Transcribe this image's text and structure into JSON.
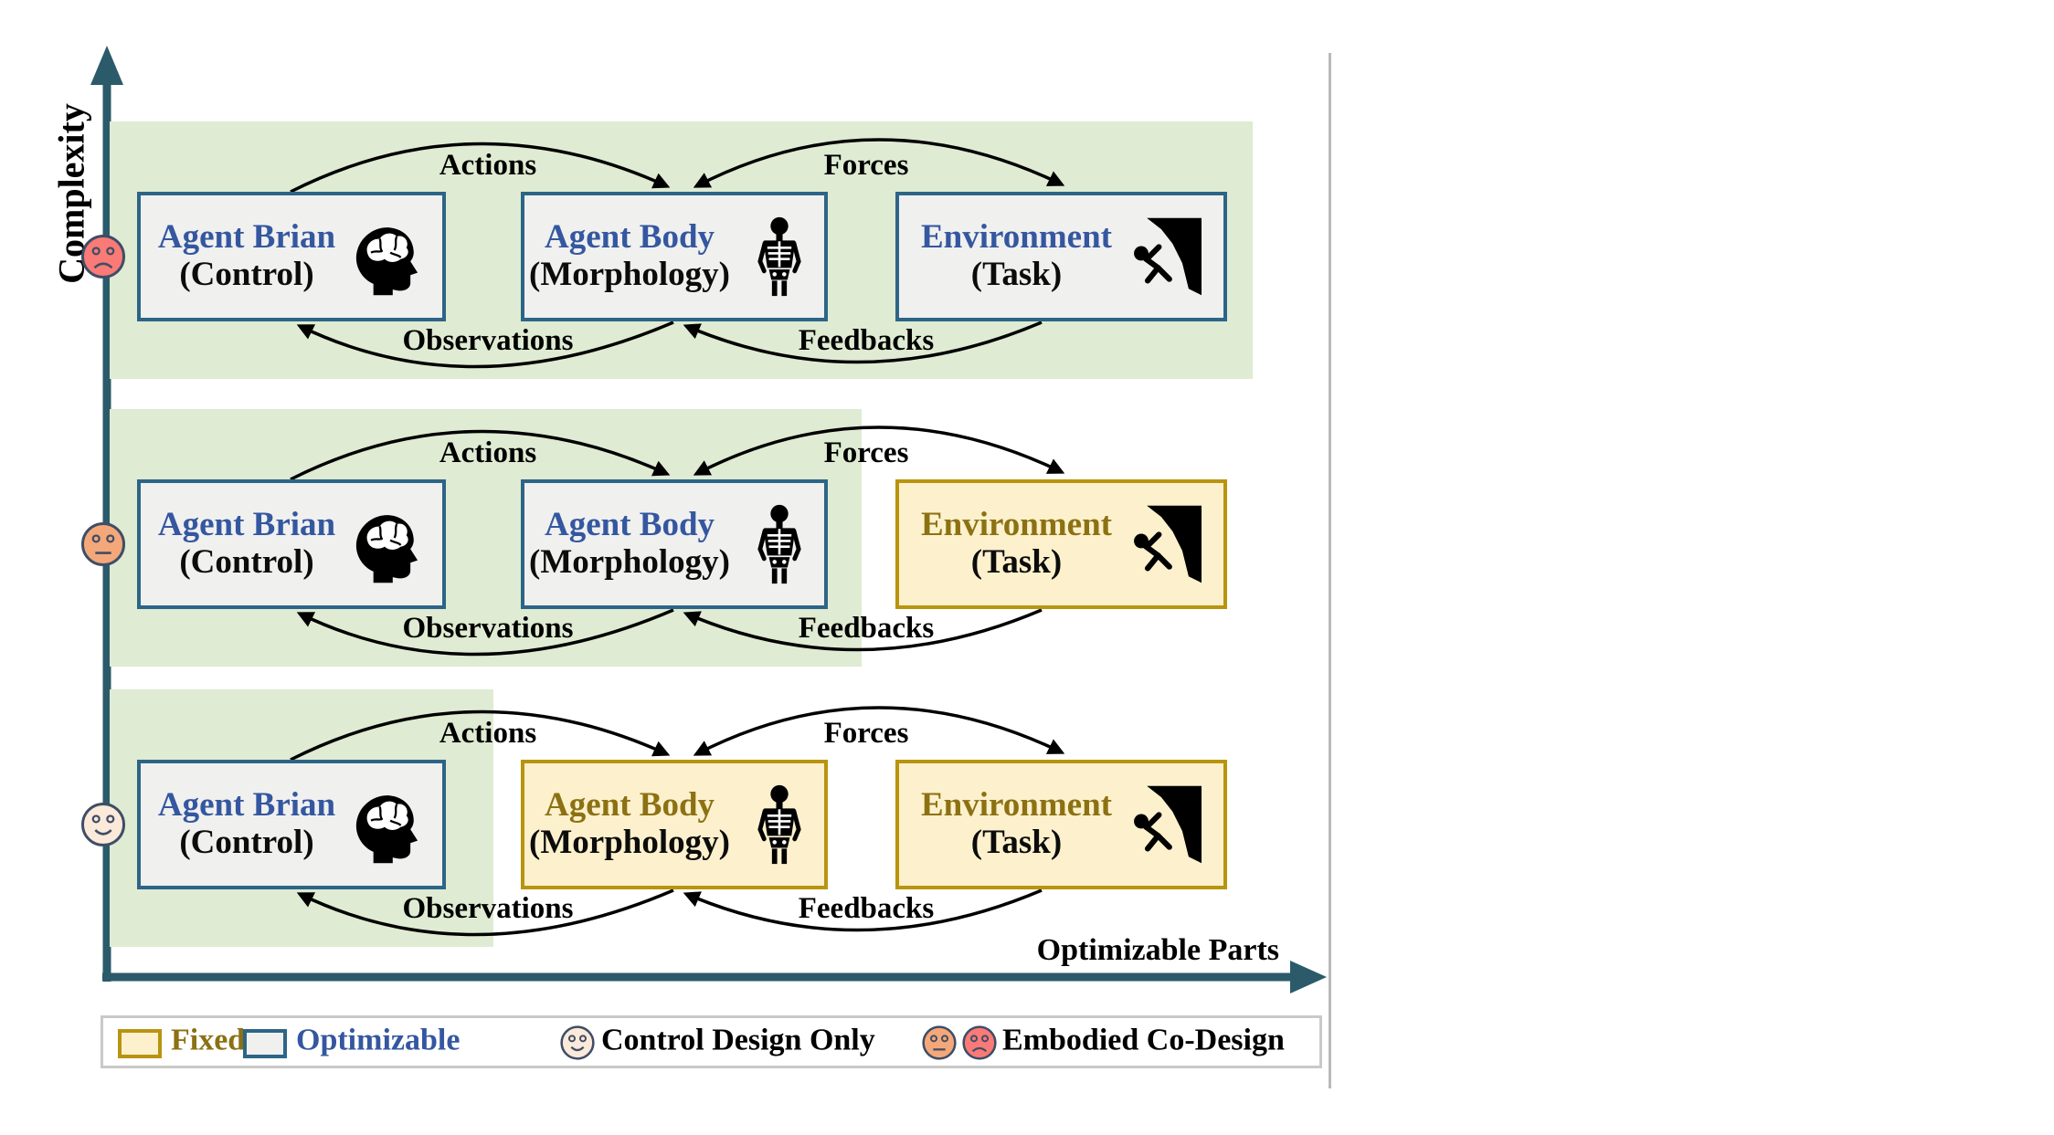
{
  "axes": {
    "y_label": "Complexity",
    "x_label": "Optimizable Parts"
  },
  "arrow_labels": {
    "actions": "Actions",
    "forces": "Forces",
    "observations": "Observations",
    "feedbacks": "Feedbacks"
  },
  "rows": [
    {
      "mood": "sad-face-icon",
      "boxes": [
        {
          "title": "Agent Brian",
          "subtitle": "(Control)",
          "state": "optimizable",
          "icon": "brain-head-icon"
        },
        {
          "title": "Agent Body",
          "subtitle": "(Morphology)",
          "state": "optimizable",
          "icon": "skeleton-icon"
        },
        {
          "title": "Environment",
          "subtitle": "(Task)",
          "state": "optimizable",
          "icon": "climbing-icon"
        }
      ]
    },
    {
      "mood": "neutral-face-icon",
      "boxes": [
        {
          "title": "Agent Brian",
          "subtitle": "(Control)",
          "state": "optimizable",
          "icon": "brain-head-icon"
        },
        {
          "title": "Agent Body",
          "subtitle": "(Morphology)",
          "state": "optimizable",
          "icon": "skeleton-icon"
        },
        {
          "title": "Environment",
          "subtitle": "(Task)",
          "state": "fixed",
          "icon": "climbing-icon"
        }
      ]
    },
    {
      "mood": "happy-face-icon",
      "boxes": [
        {
          "title": "Agent Brian",
          "subtitle": "(Control)",
          "state": "optimizable",
          "icon": "brain-head-icon"
        },
        {
          "title": "Agent Body",
          "subtitle": "(Morphology)",
          "state": "fixed",
          "icon": "skeleton-icon"
        },
        {
          "title": "Environment",
          "subtitle": "(Task)",
          "state": "fixed",
          "icon": "climbing-icon"
        }
      ]
    }
  ],
  "legend": {
    "items": [
      {
        "label": "Fixed",
        "swatch": "fixed-swatch"
      },
      {
        "label": "Optimizable",
        "swatch": "optimizable-swatch"
      },
      {
        "label": "Control Design Only",
        "swatch": "happy-face-icon"
      },
      {
        "label": "Embodied Co-Design",
        "swatch": "neutral-face-icon,sad-face-icon"
      }
    ]
  },
  "colors": {
    "band_green": "#dfebd2",
    "optimizable_border": "#2c6587",
    "optimizable_fill": "#f0f0ef",
    "optimizable_text": "#3457a0",
    "fixed_border": "#b8940f",
    "fixed_fill": "#fcf1cc",
    "fixed_text": "#8c7113",
    "axis_teal": "#2b5a6b",
    "arrow_black": "#000000",
    "face_red": "#f97a76",
    "face_orange": "#f4a879",
    "face_pale": "#fbe9da",
    "face_border": "#3f4d66"
  }
}
